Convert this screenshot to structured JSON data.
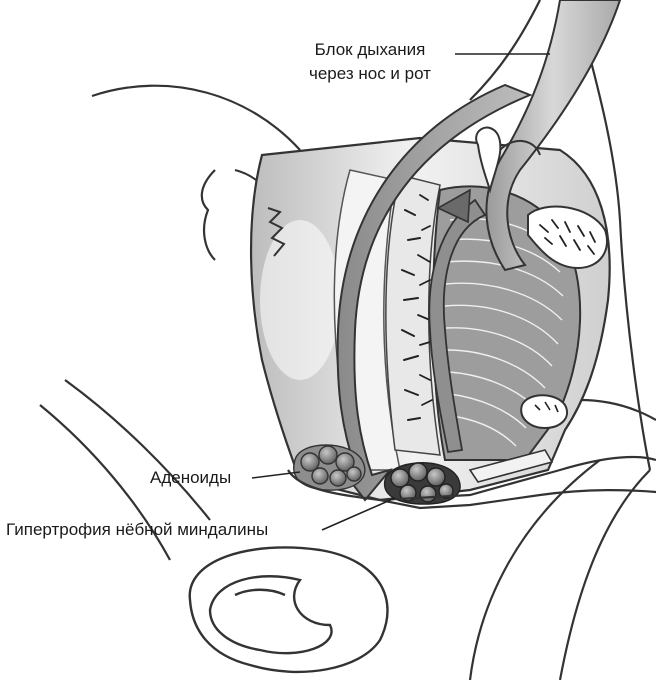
{
  "labels": {
    "breath_block_line1": "Блок дыхания",
    "breath_block_line2": "через нос и рот",
    "adenoids": "Аденоиды",
    "tonsil_hypertrophy": "Гипертрофия нёбной миндалины"
  },
  "colors": {
    "line": "#333333",
    "light_gray": "#d9d9d9",
    "mid_gray": "#a8a8a8",
    "dark_gray": "#555555",
    "arrow": "#6b6b6b"
  }
}
